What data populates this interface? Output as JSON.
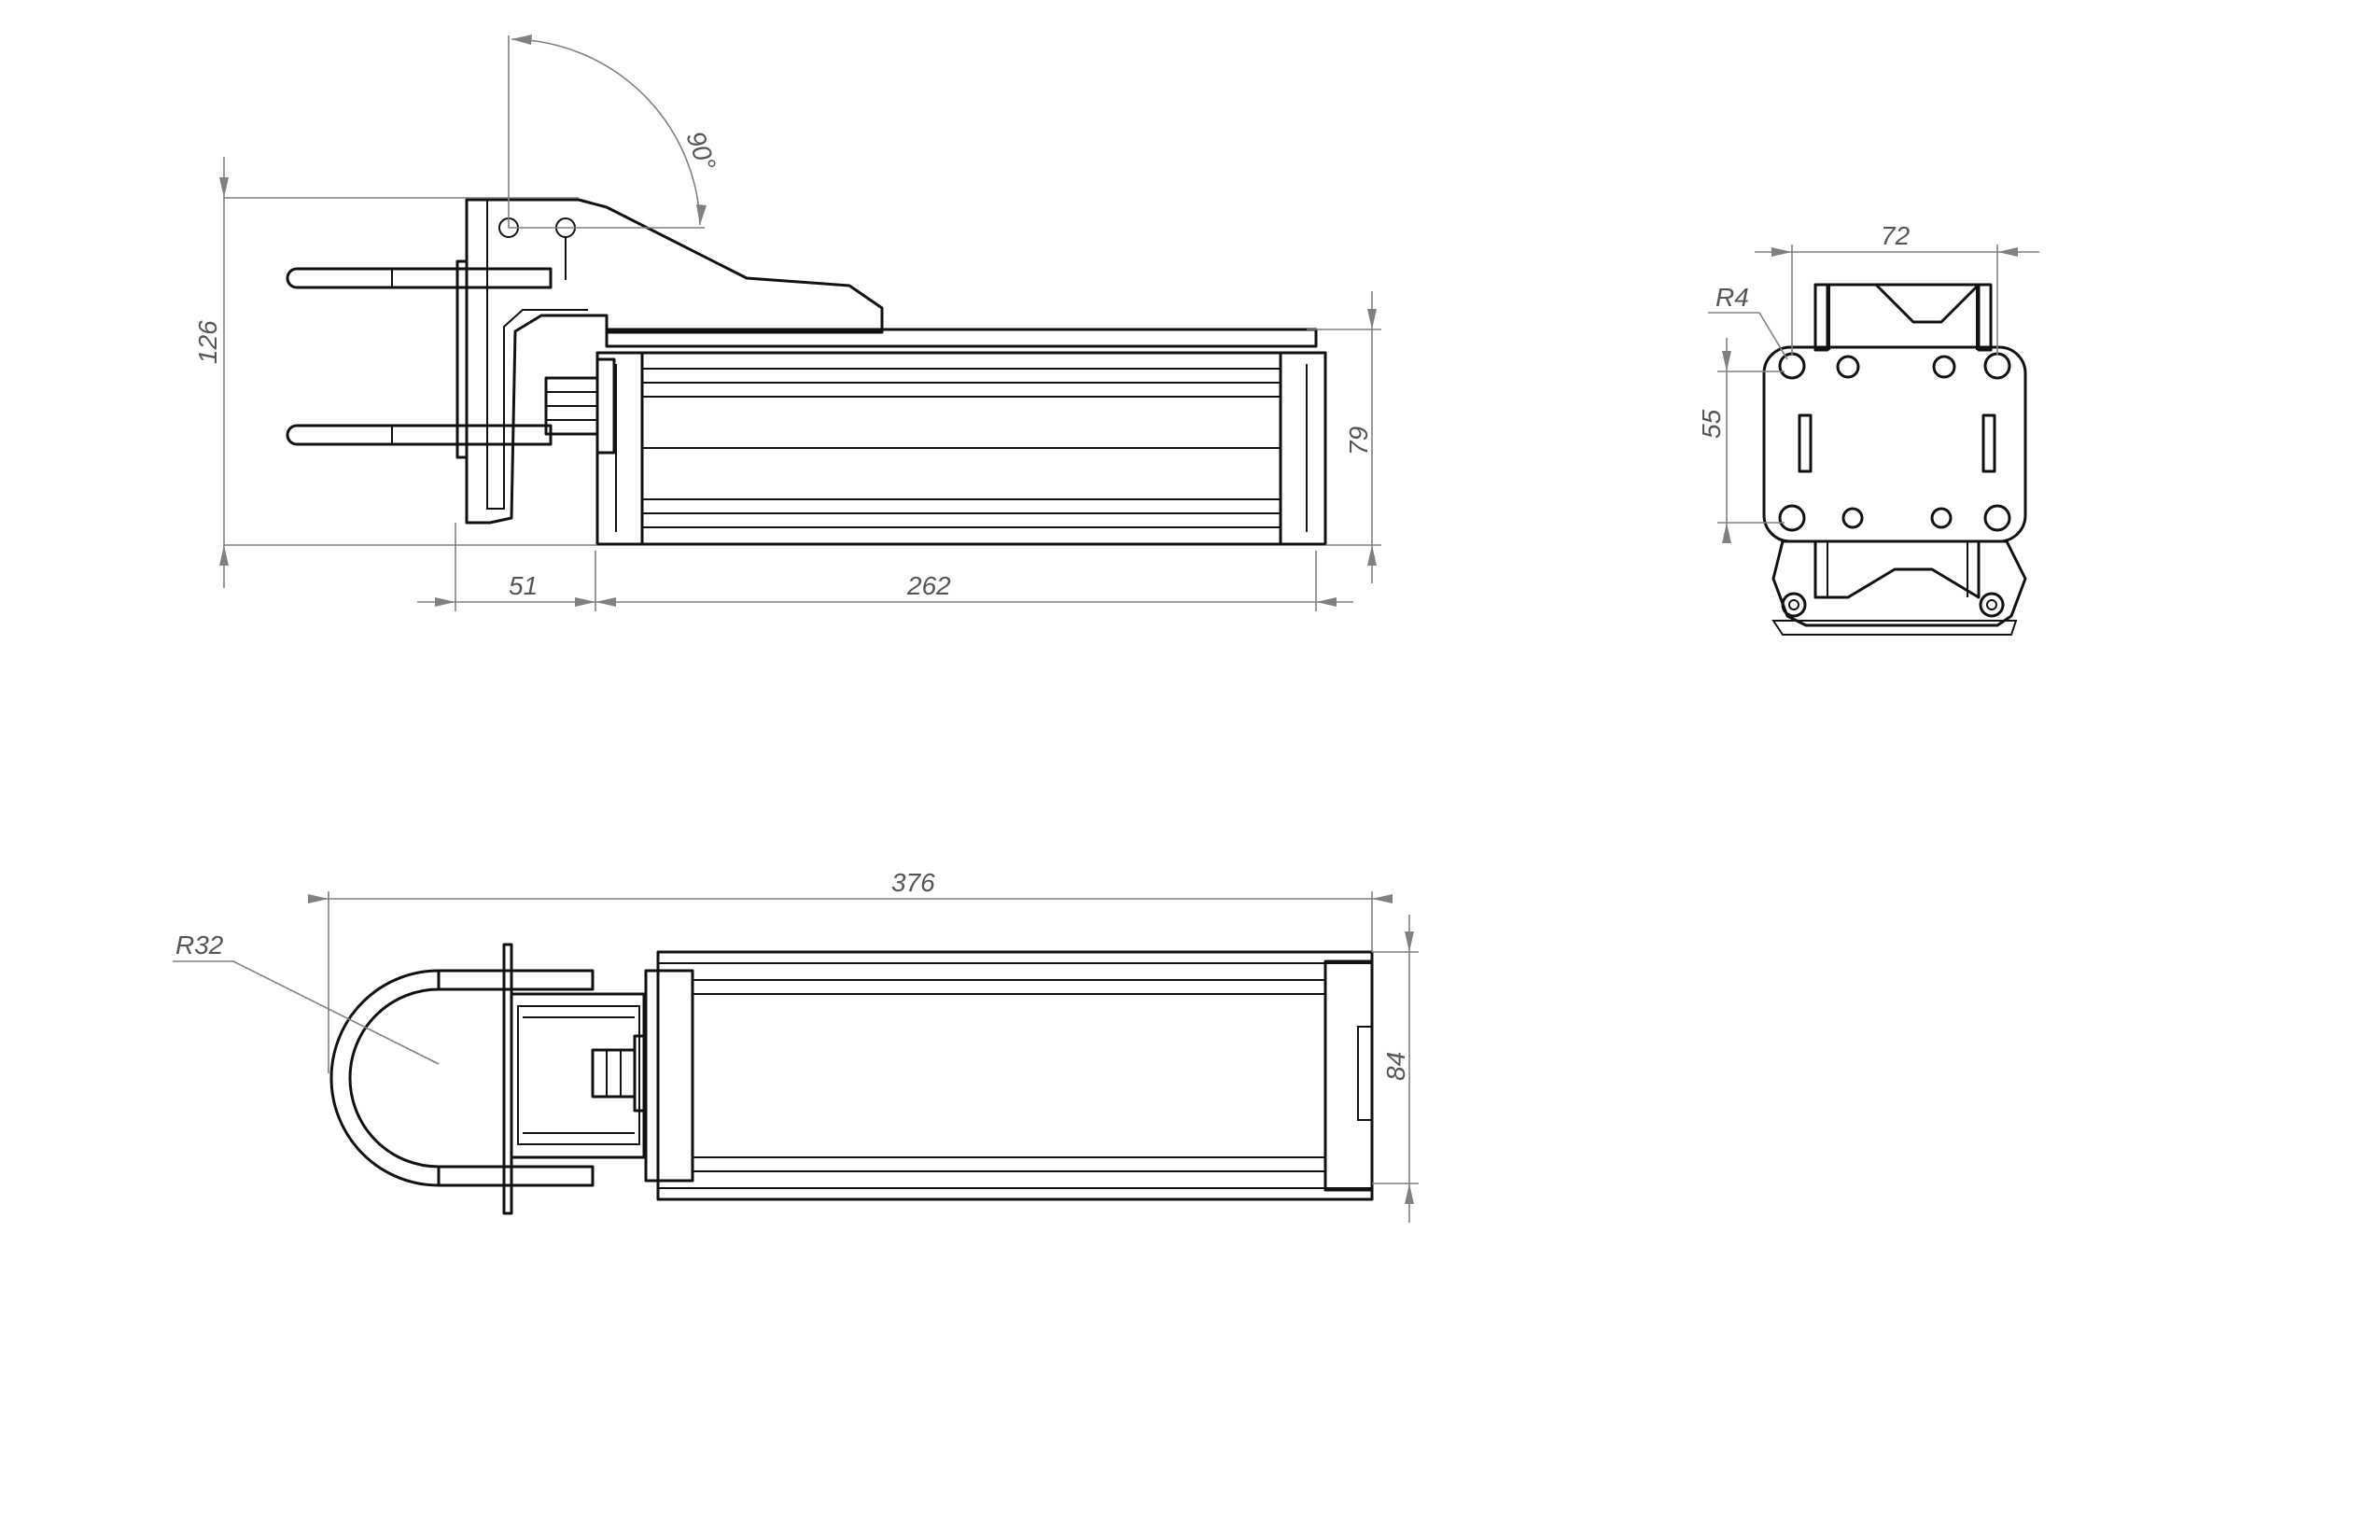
{
  "drawing": {
    "side_view": {
      "angle_label": "90°",
      "height_label": "126",
      "body_height_label": "79",
      "bracket_depth_label": "51",
      "body_length_label": "262"
    },
    "end_view": {
      "width_label": "72",
      "radius_label": "R4",
      "hole_spacing_label": "55"
    },
    "top_view": {
      "total_length_label": "376",
      "radius_label": "R32",
      "width_label": "84"
    },
    "colors": {
      "line": "#111111",
      "dimension": "#808080",
      "text": "#555555",
      "background": "#ffffff"
    }
  }
}
